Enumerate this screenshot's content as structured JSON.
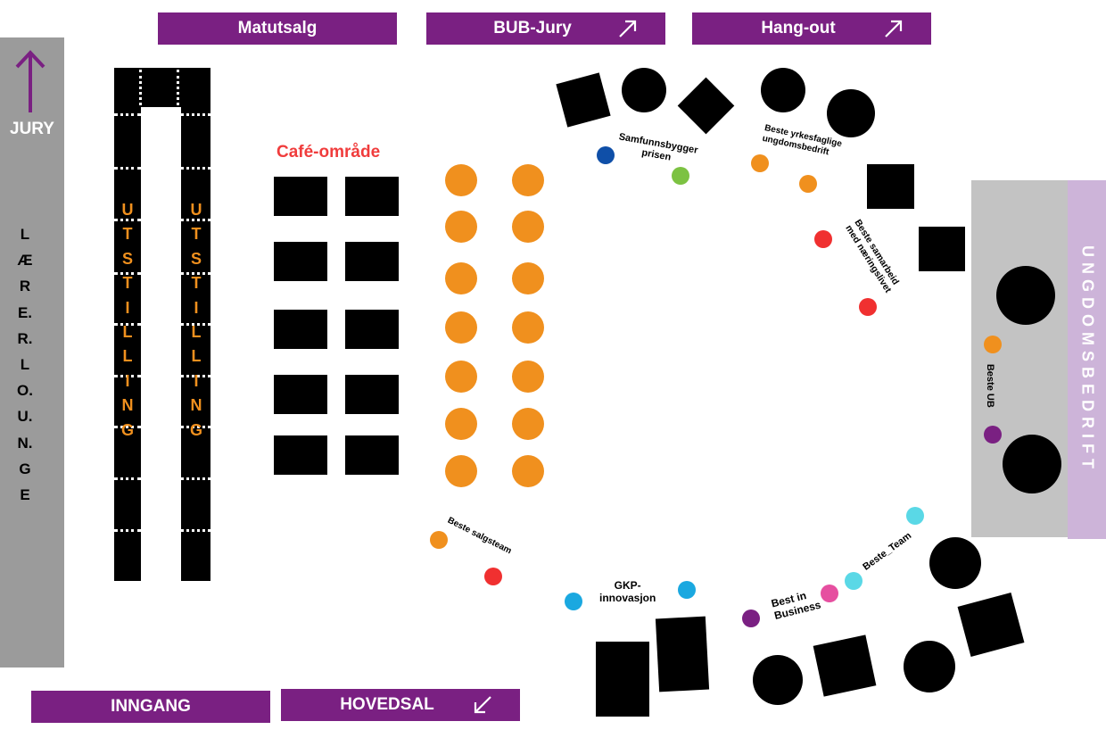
{
  "banners": {
    "matutsalg": "Matutsalg",
    "bub_jury": "BUB-Jury",
    "hang_out": "Hang-out",
    "inngang": "INNGANG",
    "hovedsal": "HOVEDSAL"
  },
  "left_wall": {
    "jury": "JURY",
    "laererlounge": [
      "L",
      "Æ",
      "R",
      "E.",
      "R.",
      "L",
      "O.",
      "U.",
      "N.",
      "G",
      "E"
    ]
  },
  "utstilling_letters": [
    "U",
    "T",
    "S",
    "T",
    "I",
    "L",
    "L",
    "I",
    "N",
    "G"
  ],
  "cafe_label": "Café-område",
  "ungdomsbedrift": "UNGDOMSBEDRIFT",
  "awards": {
    "samfunnsbygger": "Samfunnsbygger\nprisen",
    "beste_yrkesfaglige": "Beste yrkesfaglige\nungdomsbedrift",
    "beste_samarbeid": "Beste samarbeid\nmed næringslivet",
    "beste_ub": "Beste UB",
    "beste_salgsteam": "Beste salgsteam",
    "gkp_innovasjon": "GKP-\ninnovasjon",
    "best_in_business": "Best in\nBusiness",
    "beste_team": "Beste_Team"
  },
  "colors": {
    "purple": "#7a2082",
    "grey_wall": "#9b9b9b",
    "lilac": "#cdb4d9",
    "orange": "#f0901e",
    "red": "#f03030",
    "dark_blue": "#0f4fa8",
    "green": "#7cc242",
    "cyan": "#5ad8e6",
    "light_blue": "#1aa8e0",
    "pink": "#e64fa0",
    "cafe_red": "#f03c3c"
  }
}
